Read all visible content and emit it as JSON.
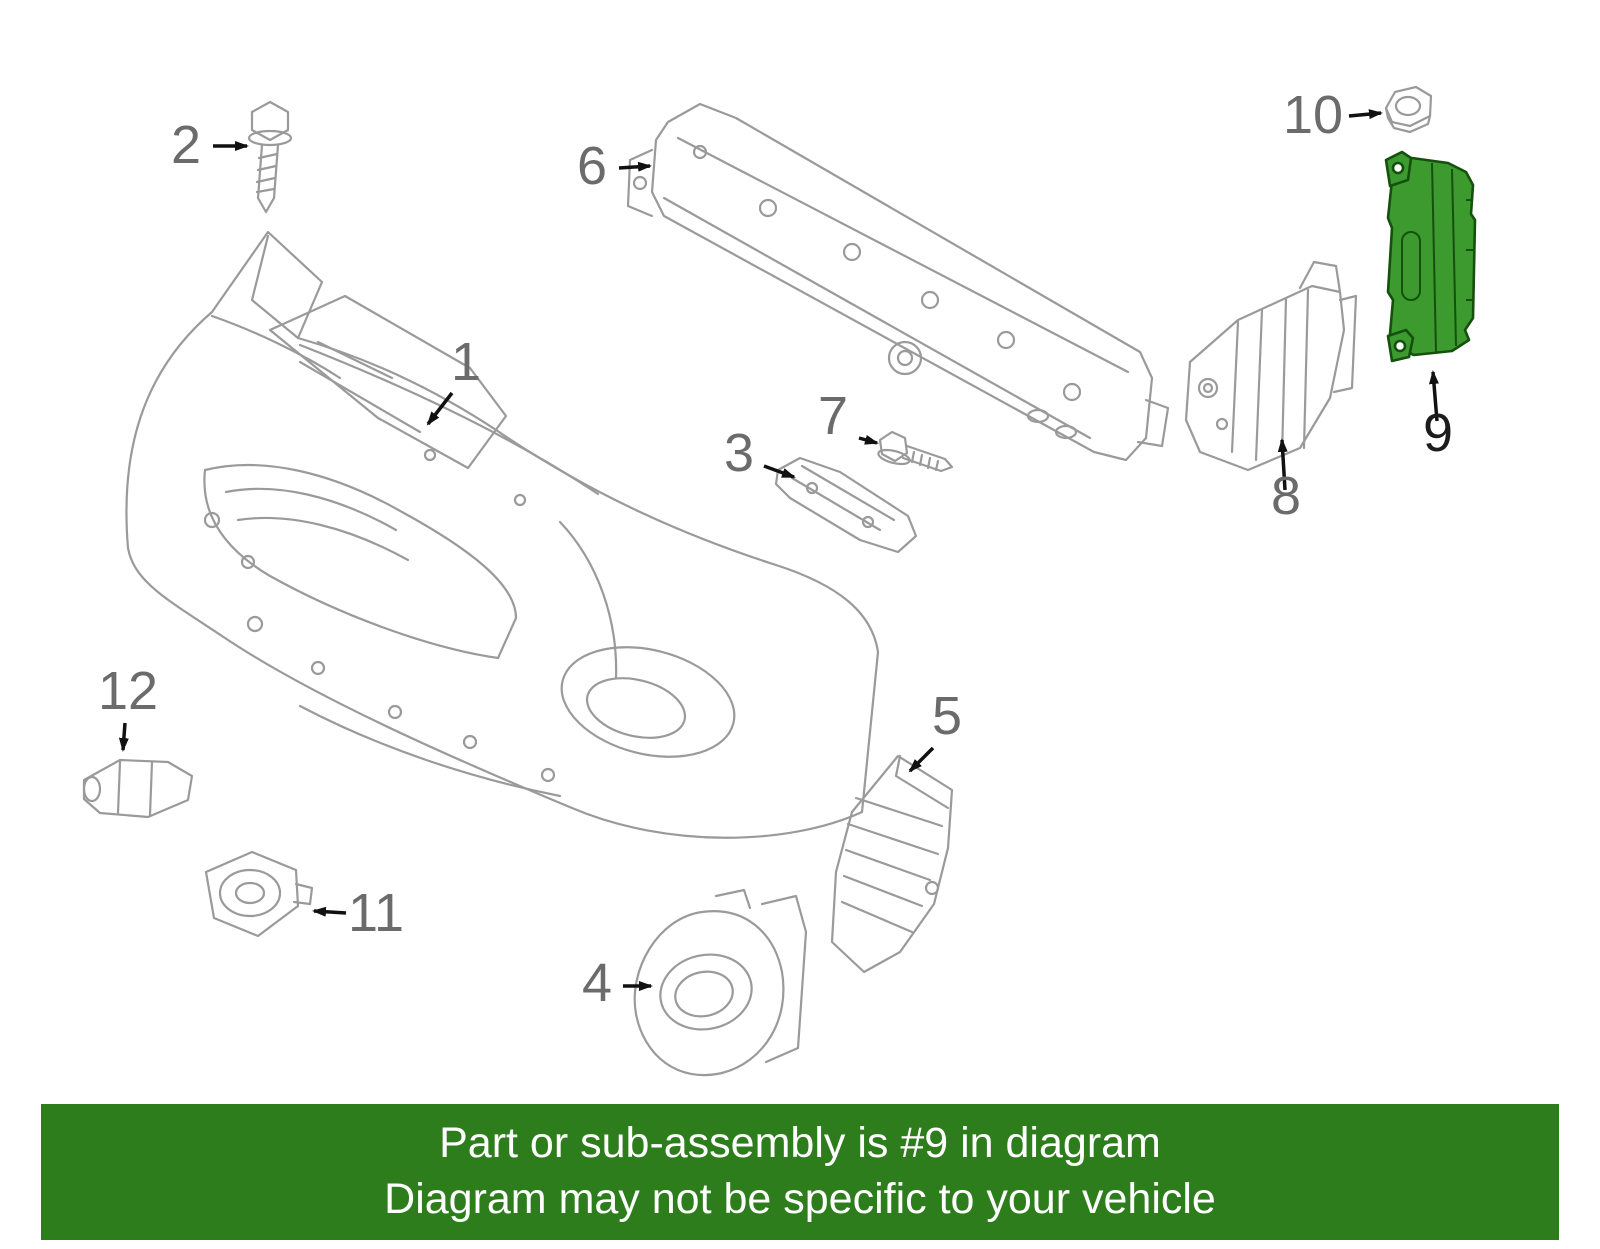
{
  "page": {
    "background": "#ffffff"
  },
  "banner": {
    "line1": "Part or sub-assembly is #9 in diagram",
    "line2": "Diagram may not be specific to your vehicle",
    "background_color": "#2e7d1c",
    "text_color": "#ffffff"
  },
  "highlight": {
    "part_number": "9",
    "fill": "#3c9a2f",
    "outline": "#14510d"
  },
  "diagram": {
    "subject": "front bumper exploded parts diagram",
    "line_color": "#9a9a9a",
    "label_color": "#6b6b6b",
    "arrow_color": "#111111",
    "callouts": [
      {
        "label": "1"
      },
      {
        "label": "2"
      },
      {
        "label": "3"
      },
      {
        "label": "4"
      },
      {
        "label": "5"
      },
      {
        "label": "6"
      },
      {
        "label": "7"
      },
      {
        "label": "8"
      },
      {
        "label": "9"
      },
      {
        "label": "10"
      },
      {
        "label": "11"
      },
      {
        "label": "12"
      }
    ]
  }
}
